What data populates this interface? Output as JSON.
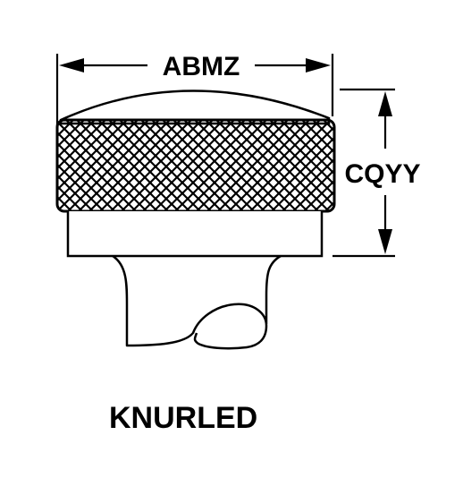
{
  "dimensions": {
    "width_label": "ABMZ",
    "height_label": "CQYY"
  },
  "caption": "KNURLED",
  "colors": {
    "line": "#000000",
    "background": "#ffffff"
  }
}
